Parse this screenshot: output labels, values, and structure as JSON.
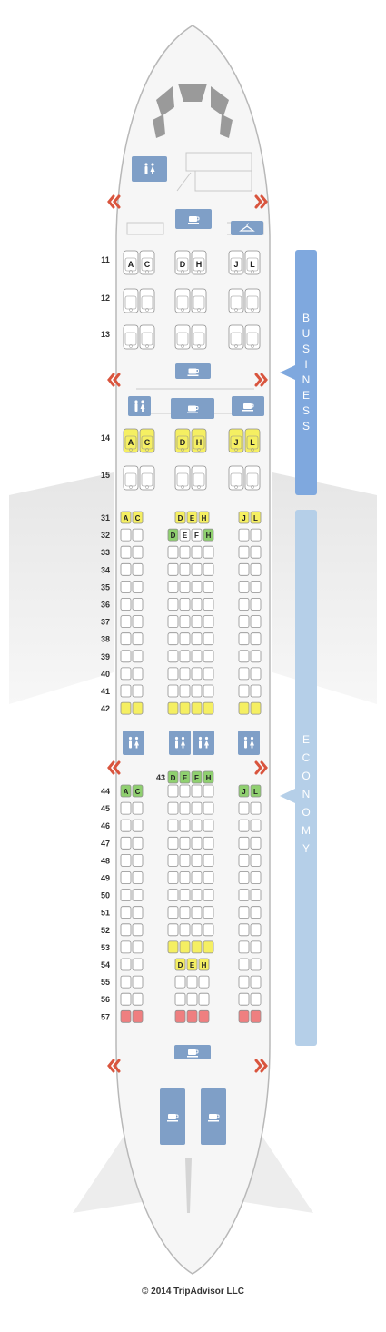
{
  "colors": {
    "fuselage": "#f2f2f2",
    "outline": "#b8b8b8",
    "seat": "#ffffff",
    "seat_stroke": "#8f8f8f",
    "seat_yellow": "#f5ef62",
    "seat_green": "#8fd06f",
    "seat_red": "#ef7f80",
    "facility": "#7f9fc7",
    "business_band": "#7fa8de",
    "economy_band": "#b5cfe8",
    "exit_arrow": "#d9553e",
    "text": "#333333"
  },
  "icons": {
    "lavatory": "lavatory-icon",
    "galley": "galley-icon",
    "closet": "closet-icon",
    "exit": "exit-arrow-icon"
  },
  "cabins": {
    "business": {
      "label_letters": [
        "B",
        "U",
        "S",
        "I",
        "N",
        "E",
        "S",
        "S"
      ],
      "rows": [
        {
          "row": "11",
          "seats": {
            "left": [
              {
                "l": "A",
                "c": "w"
              },
              {
                "l": "C",
                "c": "w"
              }
            ],
            "center": [
              {
                "l": "D",
                "c": "w"
              },
              {
                "l": "H",
                "c": "w"
              }
            ],
            "right": [
              {
                "l": "J",
                "c": "w"
              },
              {
                "l": "L",
                "c": "w"
              }
            ]
          }
        },
        {
          "row": "12",
          "seats": {
            "left": [
              {
                "l": "",
                "c": "w"
              },
              {
                "l": "",
                "c": "w"
              }
            ],
            "center": [
              {
                "l": "",
                "c": "w"
              },
              {
                "l": "",
                "c": "w"
              }
            ],
            "right": [
              {
                "l": "",
                "c": "w"
              },
              {
                "l": "",
                "c": "w"
              }
            ]
          }
        },
        {
          "row": "13",
          "seats": {
            "left": [
              {
                "l": "",
                "c": "w"
              },
              {
                "l": "",
                "c": "w"
              }
            ],
            "center": [
              {
                "l": "",
                "c": "w"
              },
              {
                "l": "",
                "c": "w"
              }
            ],
            "right": [
              {
                "l": "",
                "c": "w"
              },
              {
                "l": "",
                "c": "w"
              }
            ]
          }
        },
        {
          "row": "14",
          "seats": {
            "left": [
              {
                "l": "A",
                "c": "y"
              },
              {
                "l": "C",
                "c": "y"
              }
            ],
            "center": [
              {
                "l": "D",
                "c": "y"
              },
              {
                "l": "H",
                "c": "y"
              }
            ],
            "right": [
              {
                "l": "J",
                "c": "y"
              },
              {
                "l": "L",
                "c": "y"
              }
            ]
          }
        },
        {
          "row": "15",
          "seats": {
            "left": [
              {
                "l": "",
                "c": "w"
              },
              {
                "l": "",
                "c": "w"
              }
            ],
            "center": [
              {
                "l": "",
                "c": "w"
              },
              {
                "l": "",
                "c": "w"
              }
            ],
            "right": [
              {
                "l": "",
                "c": "w"
              },
              {
                "l": "",
                "c": "w"
              }
            ]
          }
        }
      ]
    },
    "economy": {
      "label_letters": [
        "E",
        "C",
        "O",
        "N",
        "O",
        "M",
        "Y"
      ],
      "rows": [
        {
          "row": "31",
          "left": [
            {
              "l": "A",
              "c": "y"
            },
            {
              "l": "C",
              "c": "y"
            }
          ],
          "center": [
            {
              "l": "D",
              "c": "y"
            },
            {
              "l": "E",
              "c": "y"
            },
            {
              "l": "H",
              "c": "y"
            }
          ],
          "right": [
            {
              "l": "J",
              "c": "y"
            },
            {
              "l": "L",
              "c": "y"
            }
          ]
        },
        {
          "row": "32",
          "left": [
            {
              "l": "",
              "c": "w"
            },
            {
              "l": "",
              "c": "w"
            }
          ],
          "center": [
            {
              "l": "D",
              "c": "g"
            },
            {
              "l": "E",
              "c": "w"
            },
            {
              "l": "F",
              "c": "w"
            },
            {
              "l": "H",
              "c": "g"
            }
          ],
          "right": [
            {
              "l": "",
              "c": "w"
            },
            {
              "l": "",
              "c": "w"
            }
          ]
        },
        {
          "row": "33",
          "left": "ww",
          "center": "wwww",
          "right": "ww"
        },
        {
          "row": "34",
          "left": "ww",
          "center": "wwww",
          "right": "ww"
        },
        {
          "row": "35",
          "left": "ww",
          "center": "wwww",
          "right": "ww"
        },
        {
          "row": "36",
          "left": "ww",
          "center": "wwww",
          "right": "ww"
        },
        {
          "row": "37",
          "left": "ww",
          "center": "wwww",
          "right": "ww"
        },
        {
          "row": "38",
          "left": "ww",
          "center": "wwww",
          "right": "ww"
        },
        {
          "row": "39",
          "left": "ww",
          "center": "wwww",
          "right": "ww"
        },
        {
          "row": "40",
          "left": "ww",
          "center": "wwww",
          "right": "ww"
        },
        {
          "row": "41",
          "left": "ww",
          "center": "wwww",
          "right": "ww"
        },
        {
          "row": "42",
          "left": "yy",
          "center": "yyyy",
          "right": "yy"
        },
        {
          "row": "43",
          "left": "",
          "center": [
            {
              "l": "D",
              "c": "g"
            },
            {
              "l": "E",
              "c": "g"
            },
            {
              "l": "F",
              "c": "g"
            },
            {
              "l": "H",
              "c": "g"
            }
          ],
          "right": ""
        },
        {
          "row": "44",
          "left": [
            {
              "l": "A",
              "c": "g"
            },
            {
              "l": "C",
              "c": "g"
            }
          ],
          "center": "wwww",
          "right": [
            {
              "l": "J",
              "c": "g"
            },
            {
              "l": "L",
              "c": "g"
            }
          ]
        },
        {
          "row": "45",
          "left": "ww",
          "center": "wwww",
          "right": "ww"
        },
        {
          "row": "46",
          "left": "ww",
          "center": "wwww",
          "right": "ww"
        },
        {
          "row": "47",
          "left": "ww",
          "center": "wwww",
          "right": "ww"
        },
        {
          "row": "48",
          "left": "ww",
          "center": "wwww",
          "right": "ww"
        },
        {
          "row": "49",
          "left": "ww",
          "center": "wwww",
          "right": "ww"
        },
        {
          "row": "50",
          "left": "ww",
          "center": "wwww",
          "right": "ww"
        },
        {
          "row": "51",
          "left": "ww",
          "center": "wwww",
          "right": "ww"
        },
        {
          "row": "52",
          "left": "ww",
          "center": "wwww",
          "right": "ww"
        },
        {
          "row": "53",
          "left": "ww",
          "center": "yyyy",
          "right": "ww"
        },
        {
          "row": "54",
          "left": "ww",
          "center": [
            {
              "l": "D",
              "c": "y"
            },
            {
              "l": "E",
              "c": "y"
            },
            {
              "l": "H",
              "c": "y"
            }
          ],
          "right": "ww"
        },
        {
          "row": "55",
          "left": "ww",
          "center": "www",
          "right": "ww"
        },
        {
          "row": "56",
          "left": "ww",
          "center": "www",
          "right": "ww"
        },
        {
          "row": "57",
          "left": "rr",
          "center": "rrr",
          "right": "rr"
        }
      ]
    }
  },
  "copyright": "© 2014 TripAdvisor LLC"
}
